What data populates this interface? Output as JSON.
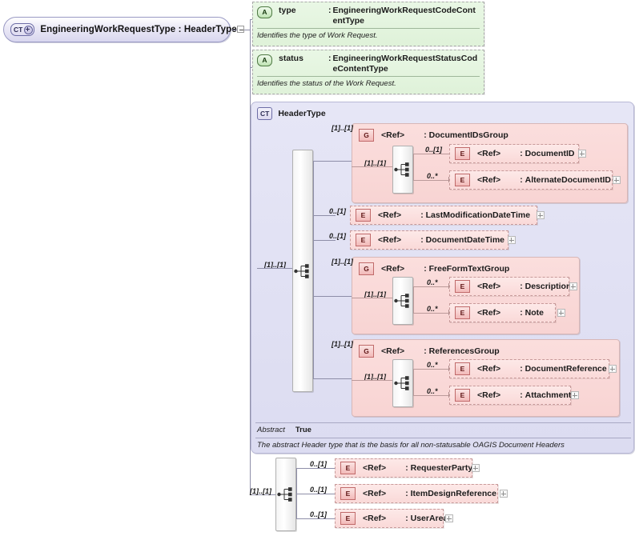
{
  "diagram": {
    "kind": "xsd-schema-diagram",
    "root": {
      "icon": "complextype-badge",
      "badge_text": "CT",
      "label": "EngineeringWorkRequestType : HeaderType",
      "toggle": "collapse-minus"
    },
    "attributes": [
      {
        "badge_text": "A",
        "name": "type",
        "colon": ":",
        "type": "EngineeringWorkRequestCodeContentType",
        "type_line1": "EngineeringWorkRequestCodeCont",
        "type_line2": "entType",
        "doc": "Identifies the type of Work Request."
      },
      {
        "badge_text": "A",
        "name": "status",
        "colon": ":",
        "type": "EngineeringWorkRequestStatusCodeContentType",
        "type_line1": "EngineeringWorkRequestStatusCod",
        "type_line2": "eContentType",
        "doc": "Identifies the status of the Work Request."
      }
    ],
    "header_type": {
      "badge_text": "CT",
      "title": "HeaderType",
      "outer_cardinality": "[1]..[1]",
      "abstract_key": "Abstract",
      "abstract_value": "True",
      "description": "The abstract Header type that is the basis for all non-statusable OAGIS Document Headers",
      "children": [
        {
          "node_kind": "group",
          "badge_text": "G",
          "ref": "<Ref>",
          "colon": ":",
          "name": "DocumentIDsGroup",
          "cardinality": "[1]..[1]",
          "inner_cardinality": "[1]..[1]",
          "members": [
            {
              "node_kind": "element",
              "badge_text": "E",
              "ref": "<Ref>",
              "colon": ":",
              "name": "DocumentID",
              "cardinality": "0..[1]",
              "expand": "+"
            },
            {
              "node_kind": "element",
              "badge_text": "E",
              "ref": "<Ref>",
              "colon": ":",
              "name": "AlternateDocumentID",
              "cardinality": "0..*",
              "expand": "+"
            }
          ]
        },
        {
          "node_kind": "element",
          "badge_text": "E",
          "ref": "<Ref>",
          "colon": ":",
          "name": "LastModificationDateTime",
          "cardinality": "0..[1]",
          "expand": "+"
        },
        {
          "node_kind": "element",
          "badge_text": "E",
          "ref": "<Ref>",
          "colon": ":",
          "name": "DocumentDateTime",
          "cardinality": "0..[1]",
          "expand": "+"
        },
        {
          "node_kind": "group",
          "badge_text": "G",
          "ref": "<Ref>",
          "colon": ":",
          "name": "FreeFormTextGroup",
          "cardinality": "[1]..[1]",
          "inner_cardinality": "[1]..[1]",
          "members": [
            {
              "node_kind": "element",
              "badge_text": "E",
              "ref": "<Ref>",
              "colon": ":",
              "name": "Description",
              "cardinality": "0..*",
              "expand": "+"
            },
            {
              "node_kind": "element",
              "badge_text": "E",
              "ref": "<Ref>",
              "colon": ":",
              "name": "Note",
              "cardinality": "0..*",
              "expand": "+"
            }
          ]
        },
        {
          "node_kind": "group",
          "badge_text": "G",
          "ref": "<Ref>",
          "colon": ":",
          "name": "ReferencesGroup",
          "cardinality": "[1]..[1]",
          "inner_cardinality": "[1]..[1]",
          "members": [
            {
              "node_kind": "element",
              "badge_text": "E",
              "ref": "<Ref>",
              "colon": ":",
              "name": "DocumentReference",
              "cardinality": "0..*",
              "expand": "+"
            },
            {
              "node_kind": "element",
              "badge_text": "E",
              "ref": "<Ref>",
              "colon": ":",
              "name": "Attachment",
              "cardinality": "0..*",
              "expand": "+"
            }
          ]
        }
      ]
    },
    "trailing_sequence": {
      "cardinality": "[1]..[1]",
      "members": [
        {
          "node_kind": "element",
          "badge_text": "E",
          "ref": "<Ref>",
          "colon": ":",
          "name": "RequesterParty",
          "cardinality": "0..[1]",
          "expand": "+"
        },
        {
          "node_kind": "element",
          "badge_text": "E",
          "ref": "<Ref>",
          "colon": ":",
          "name": "ItemDesignReference",
          "cardinality": "0..[1]",
          "expand": "+"
        },
        {
          "node_kind": "element",
          "badge_text": "E",
          "ref": "<Ref>",
          "colon": ":",
          "name": "UserArea",
          "cardinality": "0..[1]",
          "expand": "+"
        }
      ]
    },
    "colors": {
      "attribute_fill": "#e4f4df",
      "group_fill": "#f9d7d6",
      "element_fill": "#fbdedd",
      "complextype_fill": "#e0e0f2",
      "root_fill": "#ddd9ef",
      "line": "#8e8ea8"
    }
  }
}
